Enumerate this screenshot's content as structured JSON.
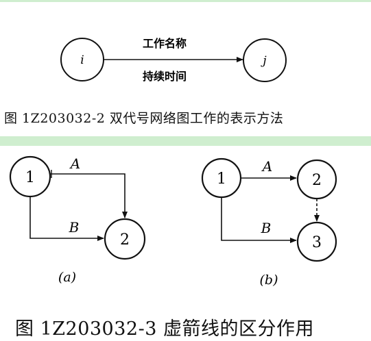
{
  "figure1": {
    "caption": "图 1Z203032-2   双代号网络图工作的表示方法",
    "start_node": "i",
    "end_node": "j",
    "work_name": "工作名称",
    "duration": "持续时间"
  },
  "figure2": {
    "caption": "图 1Z203032-3   虚箭线的区分作用",
    "sub_a": {
      "label": "(a)",
      "nodes": [
        "1",
        "2"
      ],
      "arrow_a": "A",
      "arrow_b": "B"
    },
    "sub_b": {
      "label": "(b)",
      "nodes": [
        "1",
        "2",
        "3"
      ],
      "arrow_a": "A",
      "arrow_b": "B"
    }
  },
  "colors": {
    "band": "#cfeecf",
    "ink": "#111111"
  }
}
